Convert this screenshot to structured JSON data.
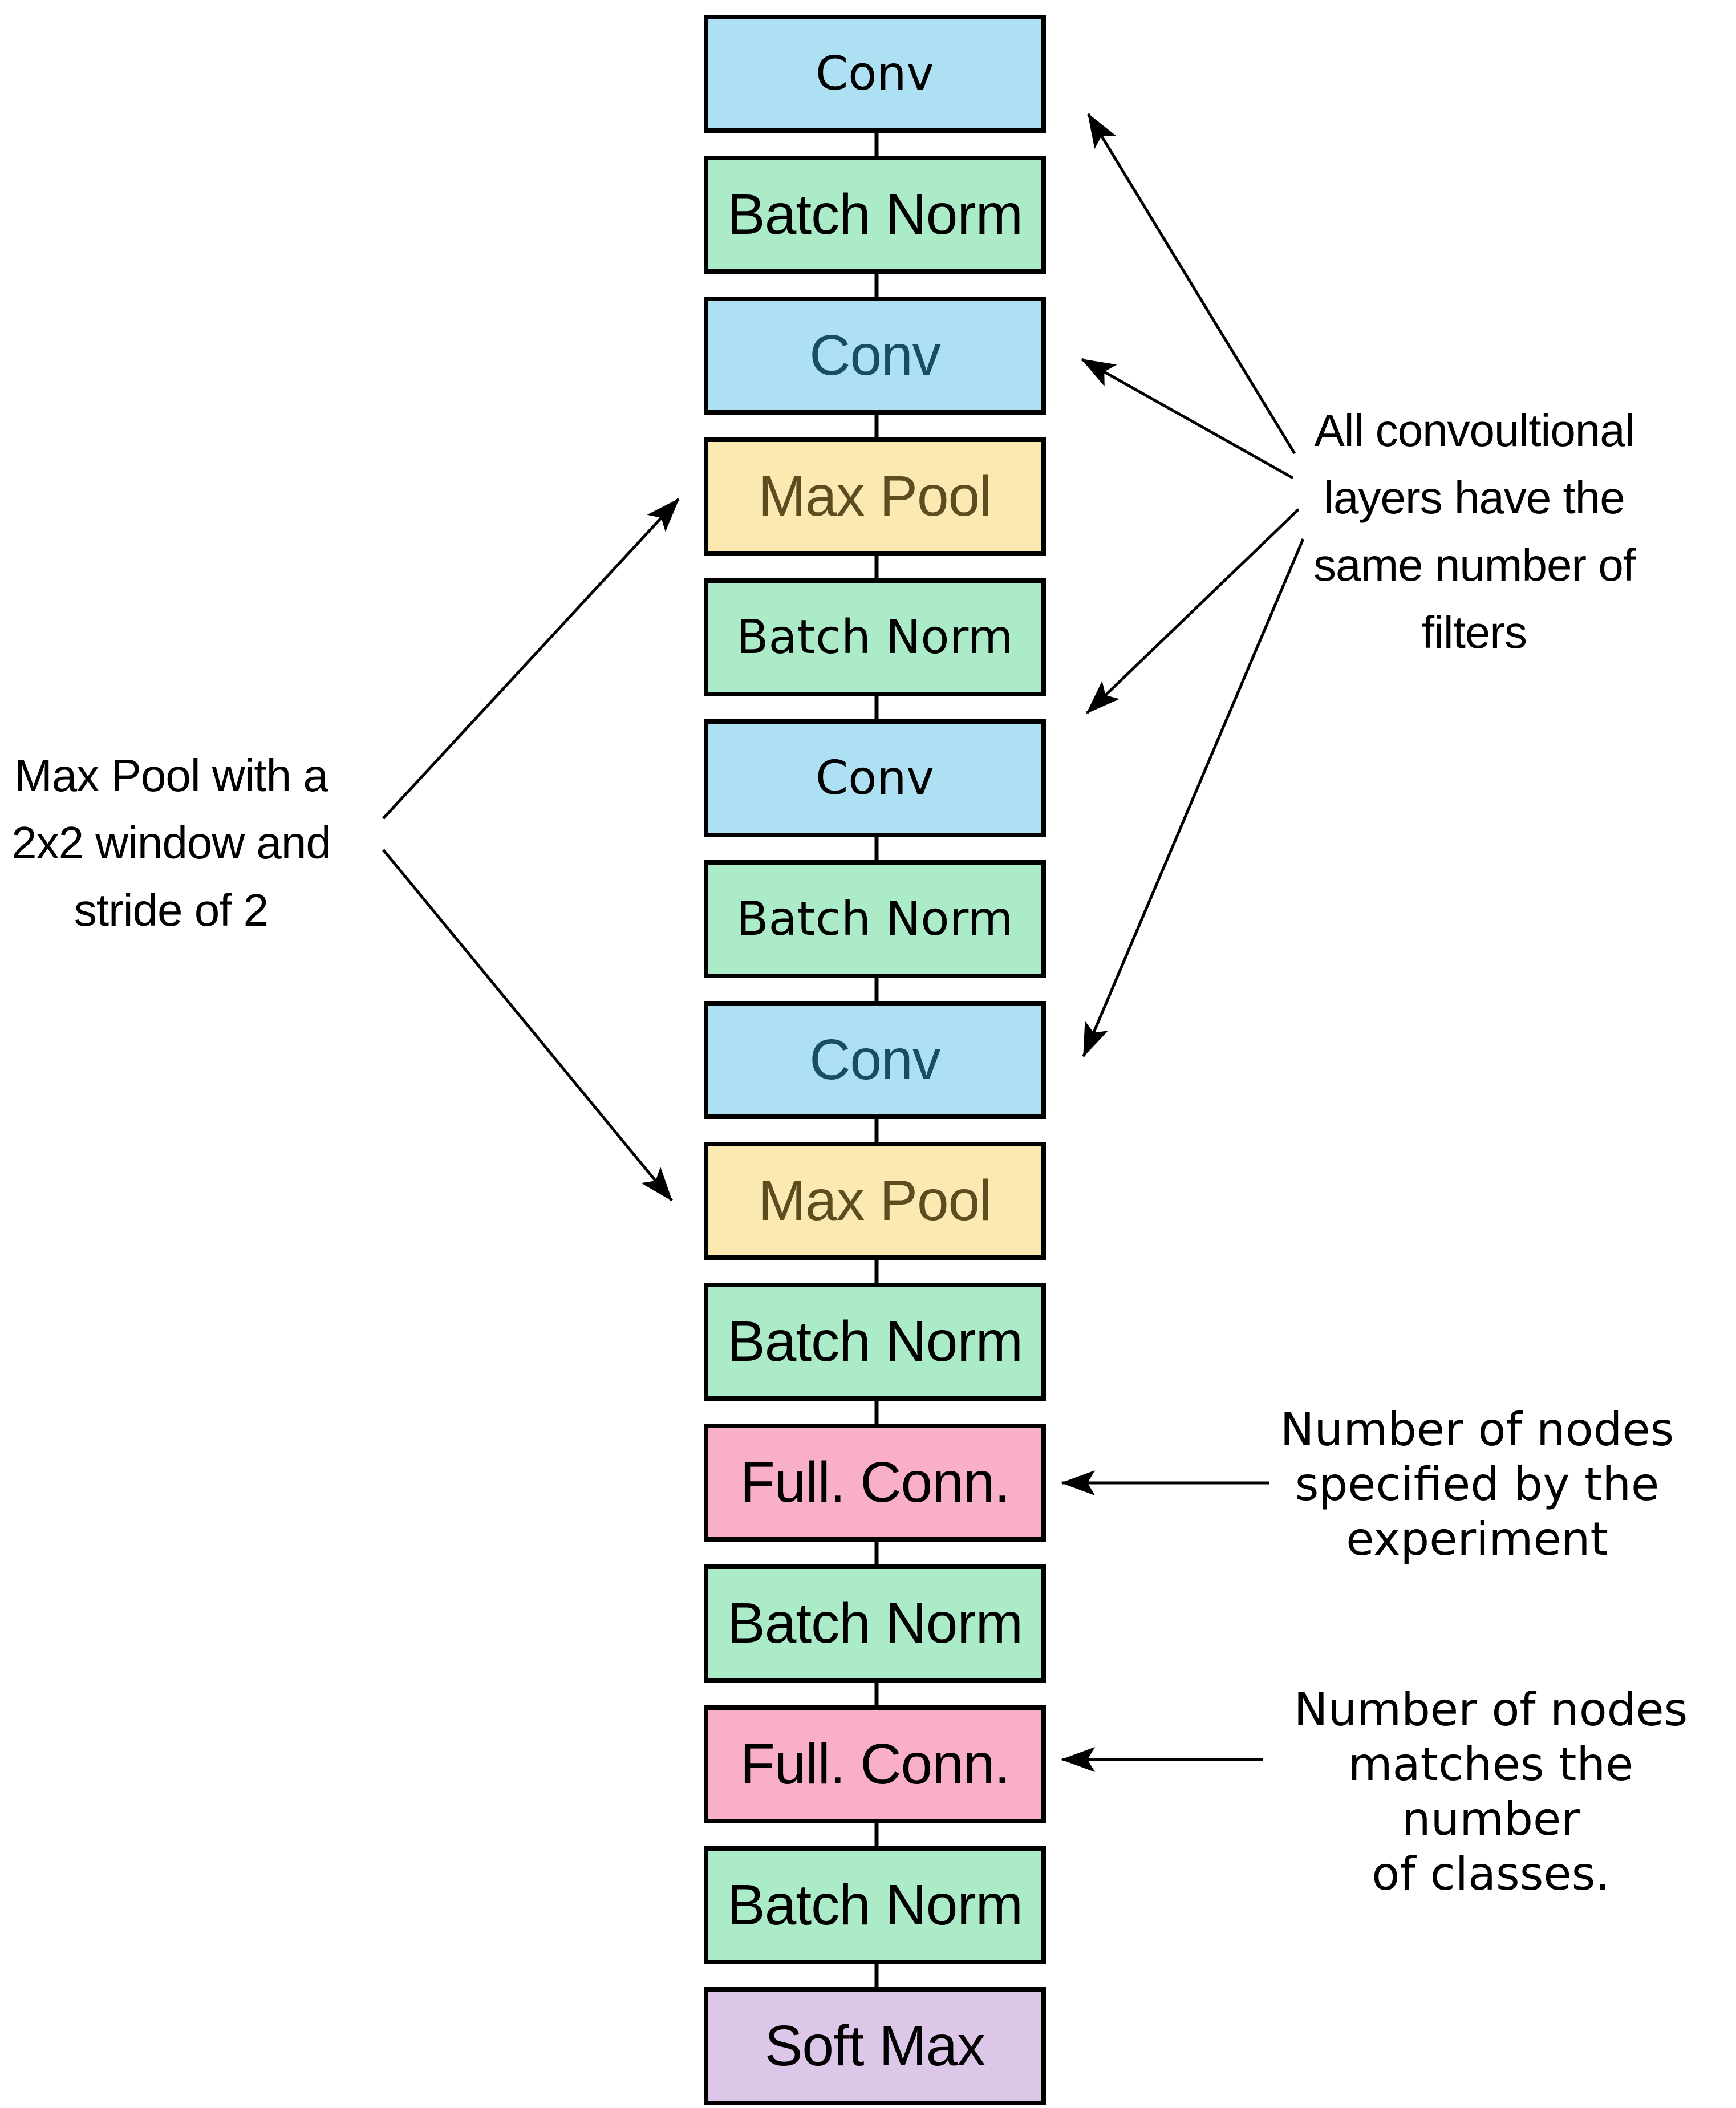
{
  "diagram": {
    "layers": [
      {
        "label": "Conv",
        "type": "convolution"
      },
      {
        "label": "Batch Norm",
        "type": "batch-normalization"
      },
      {
        "label": "Conv",
        "type": "convolution"
      },
      {
        "label": "Max Pool",
        "type": "max-pooling"
      },
      {
        "label": "Batch Norm",
        "type": "batch-normalization"
      },
      {
        "label": "Conv",
        "type": "convolution"
      },
      {
        "label": "Batch Norm",
        "type": "batch-normalization"
      },
      {
        "label": "Conv",
        "type": "convolution"
      },
      {
        "label": "Max Pool",
        "type": "max-pooling"
      },
      {
        "label": "Batch Norm",
        "type": "batch-normalization"
      },
      {
        "label": "Full. Conn.",
        "type": "fully-connected"
      },
      {
        "label": "Batch Norm",
        "type": "batch-normalization"
      },
      {
        "label": "Full. Conn.",
        "type": "fully-connected"
      },
      {
        "label": "Batch Norm",
        "type": "batch-normalization"
      },
      {
        "label": "Soft Max",
        "type": "softmax"
      }
    ],
    "annotations": {
      "max_pool": {
        "lines": [
          "Max Pool with a",
          "2x2 window and",
          "stride of 2"
        ]
      },
      "filters": {
        "lines": [
          "All convoultional",
          "layers have the",
          "same number of",
          "filters"
        ]
      },
      "fc_nodes": {
        "lines": [
          "Number of nodes",
          "specified by the",
          "experiment"
        ]
      },
      "fc_classes": {
        "lines": [
          "Number of nodes",
          "matches the number",
          "of classes."
        ]
      }
    },
    "colors": {
      "conv_fill": "#ade0f2",
      "batchnorm_fill": "#abebc8",
      "maxpool_fill": "#fbe9b1",
      "fullconn_fill": "#f9afc6",
      "softmax_fill": "#dcc7e8",
      "conv_text_teal": "#174e63",
      "maxpool_text_olive": "#5c4d20",
      "line_color": "#000000",
      "background": "#ffffff"
    }
  }
}
